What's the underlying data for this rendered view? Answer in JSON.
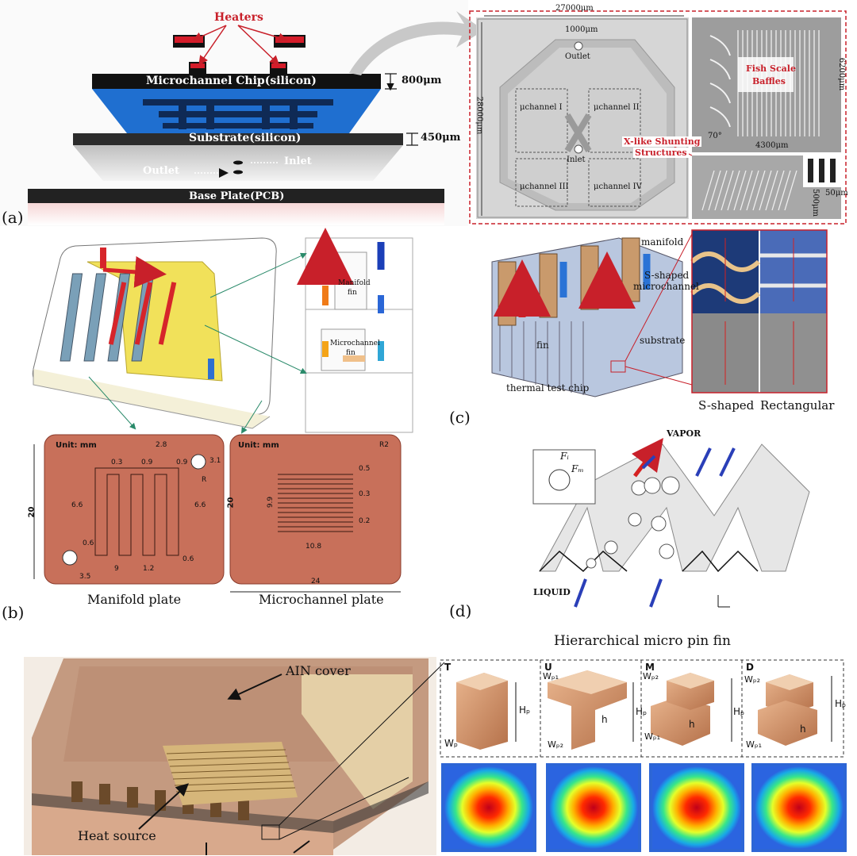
{
  "panel_a": {
    "letter": "(a)",
    "heaters": "Heaters",
    "chip": "Microchannel  Chip(silicon)",
    "chip_thickness": "800μm",
    "substrate": "Substrate(silicon)",
    "substrate_thickness": "450μm",
    "outlet": "Outlet",
    "inlet": "Inlet",
    "base": "Base Plate(PCB)",
    "width_dim": "27000μm",
    "height_dim": "28000μm",
    "outlet_dim": "1000μm",
    "outlet_label": "Outlet",
    "inlet_label": "Inlet",
    "ch1": "μchannel I",
    "ch2": "μchannel II",
    "ch3": "μchannel III",
    "ch4": "μchannel IV",
    "x_shunt_1": "X-like Shunting",
    "x_shunt_2": "Structures",
    "fish_1": "Fish Scale",
    "fish_2": "Baffles",
    "dim_6200": "6200μm",
    "dim_4300": "4300μm",
    "angle": "70°",
    "dim_50": "50μm",
    "dim_500": "500μm"
  },
  "panel_b": {
    "letter": "(b)",
    "manifold_fin_1": "Manifold",
    "manifold_fin_2": "fin",
    "micro_fin_1": "Microchannel",
    "micro_fin_2": "fin",
    "unit1": "Unit: mm",
    "unit2": "Unit: mm",
    "d28": "2.8",
    "d03": "0.3",
    "d09a": "0.9",
    "d09b": "0.9",
    "d31": "3.1",
    "r": "R",
    "d66a": "6.6",
    "d66b": "6.6",
    "d20a": "20",
    "d06a": "0.6",
    "d06b": "0.6",
    "d9": "9",
    "d12": "1.2",
    "d35": "3.5",
    "r2": "R2",
    "d05": "0.5",
    "d99": "9.9",
    "d03b": "0.3",
    "d02": "0.2",
    "d20b": "20",
    "d108": "10.8",
    "d24": "24",
    "manifold_caption": "Manifold plate",
    "micro_caption": "Microchannel plate"
  },
  "panel_c": {
    "letter": "(c)",
    "manifold": "manifold",
    "s_shaped_1": "S-shaped",
    "s_shaped_2": "microchannel",
    "fin": "fin",
    "substrate": "substrate",
    "test_chip": "thermal test chip",
    "cap_s": "S-shaped",
    "cap_r": "Rectangular"
  },
  "panel_d": {
    "letter": "(d)",
    "vapor": "VAPOR",
    "liquid": "LIQUID",
    "fi": "Fᵢ",
    "fm": "Fₘ"
  },
  "panel_e": {
    "title": "Hierarchical micro pin fin",
    "aln": "AIN cover",
    "heat": "Heat source",
    "T": "T",
    "U": "U",
    "M": "M",
    "D": "D",
    "hp": "Hₚ",
    "wp": "Wₚ",
    "wp1": "Wₚ₁",
    "wp2": "Wₚ₂",
    "h": "h"
  }
}
